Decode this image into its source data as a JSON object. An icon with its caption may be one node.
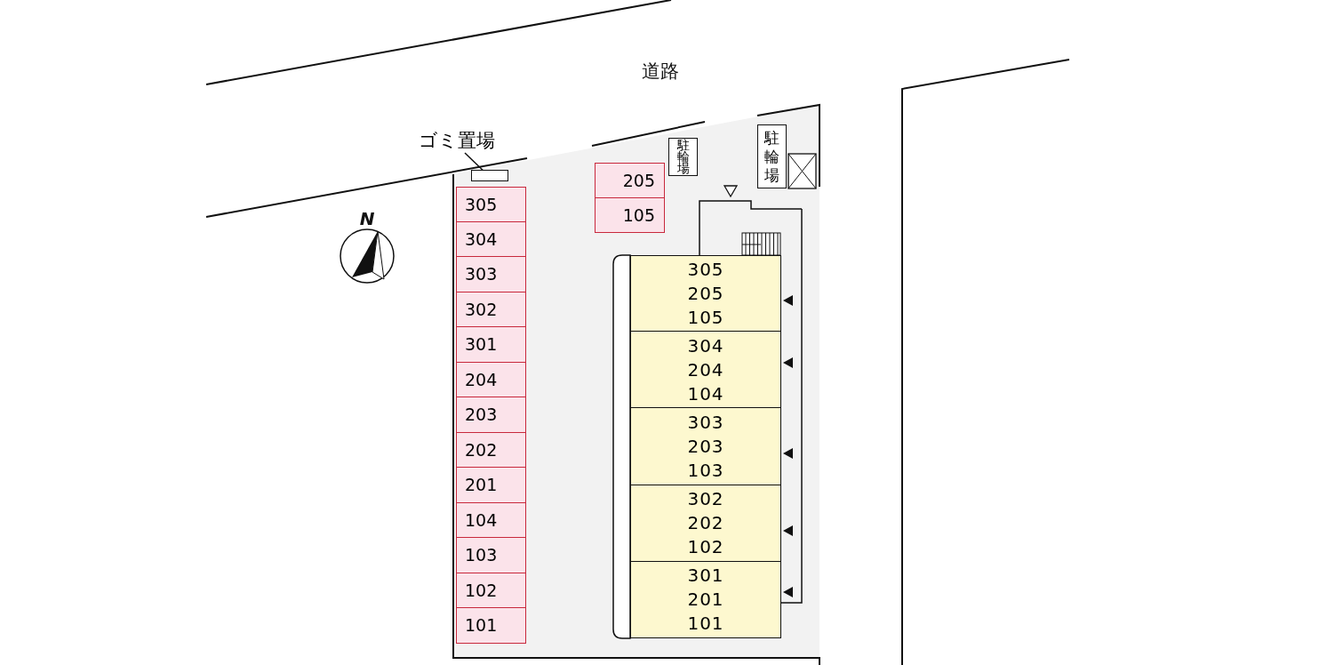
{
  "diagram": {
    "nodes": [
      {
        "text": [
          "ゴミ置場"
        ]
      },
      {
        "text": [],
        "shape": "box"
      },
      {
        "text": [
          "駐輪場"
        ]
      },
      {
        "text": [
          "駐輪場"
        ]
      },
      {
        "text": [
          "205"
        ]
      },
      {
        "text": [
          "105"
        ]
      },
      {
        "text": [
          "305"
        ]
      },
      {
        "text": [
          "304"
        ]
      },
      {
        "text": [
          "303"
        ]
      },
      {
        "text": [
          "302"
        ]
      },
      {
        "text": [
          "301"
        ]
      },
      {
        "text": [
          "204"
        ]
      },
      {
        "text": [
          "203"
        ]
      },
      {
        "text": [
          "202"
        ]
      },
      {
        "text": [
          "201"
        ]
      },
      {
        "text": [
          "104"
        ]
      },
      {
        "text": [
          "103"
        ]
      },
      {
        "text": [
          "102"
        ]
      },
      {
        "text": [
          "101"
        ]
      },
      {
        "text": [
          "305",
          "205",
          "105"
        ]
      },
      {
        "text": [
          "304",
          "204",
          "104"
        ]
      },
      {
        "text": [
          "303",
          "203",
          "103"
        ]
      },
      {
        "text": [
          "302",
          "202",
          "102"
        ]
      },
      {
        "text": [
          "301",
          "201",
          "101"
        ]
      }
    ],
    "edges": [
      {
        "from": 0,
        "to": 1,
        "arrow": "none"
      }
    ],
    "labels": [
      "道路",
      "N"
    ]
  }
}
